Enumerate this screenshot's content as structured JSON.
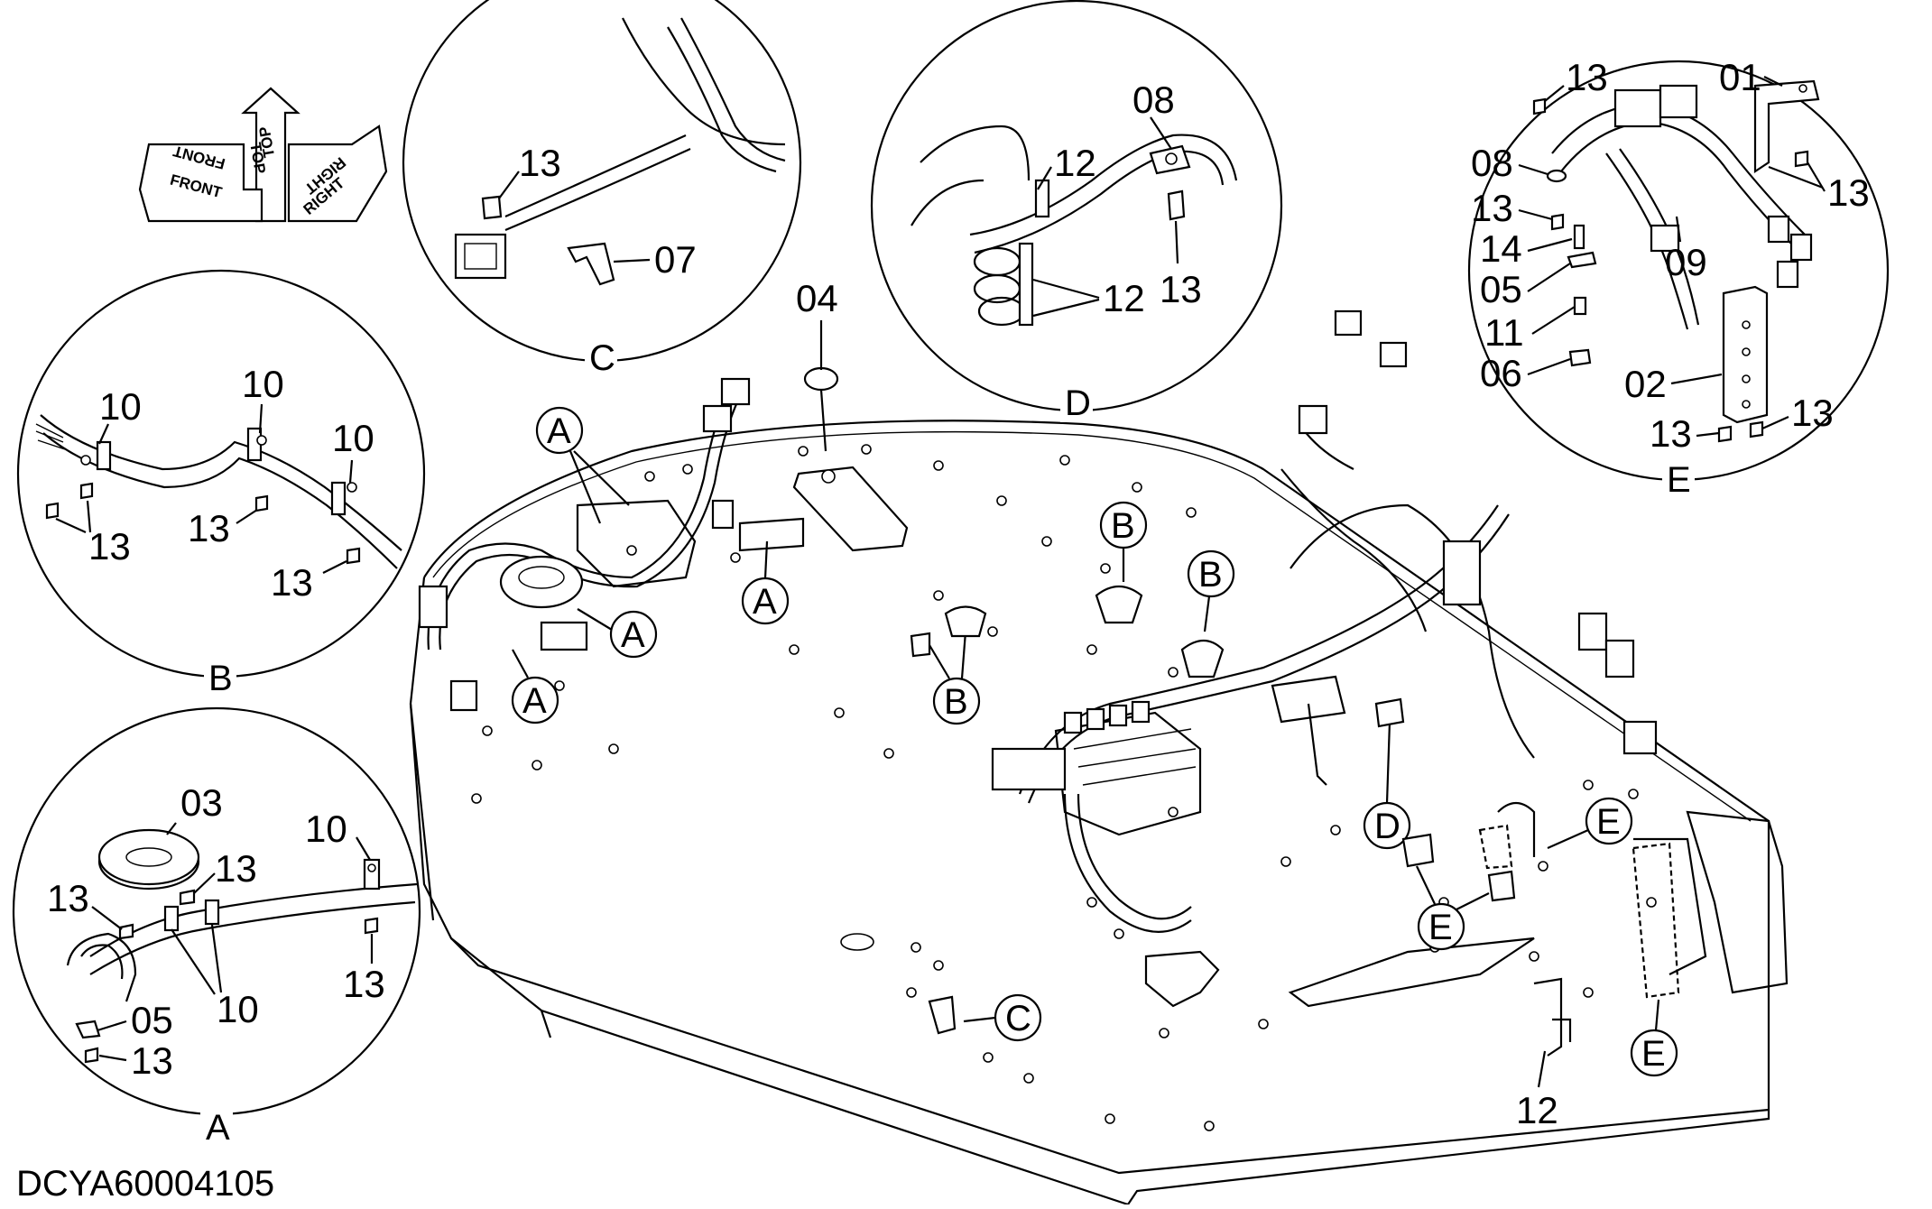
{
  "document_id": "DCYA60004105",
  "orientation_arrow": {
    "labels": [
      "FRONT",
      "TOP",
      "RIGHT",
      "FRONT",
      "TOP",
      "RIGHT"
    ]
  },
  "detail_views": {
    "A": {
      "title": "A",
      "parts": [
        "03",
        "13",
        "13",
        "10",
        "10",
        "13",
        "05",
        "13"
      ]
    },
    "B": {
      "title": "B",
      "parts": [
        "10",
        "10",
        "10",
        "13",
        "13",
        "13"
      ]
    },
    "C": {
      "title": "C",
      "parts": [
        "13",
        "07"
      ]
    },
    "D": {
      "title": "D",
      "parts": [
        "08",
        "12",
        "13",
        "12"
      ]
    },
    "E": {
      "title": "E",
      "parts": [
        "13",
        "01",
        "08",
        "13",
        "13",
        "09",
        "14",
        "05",
        "11",
        "06",
        "02",
        "13",
        "13"
      ]
    }
  },
  "main_view": {
    "part_labels": [
      "04",
      "12"
    ],
    "callouts": [
      "A",
      "A",
      "A",
      "A",
      "B",
      "B",
      "B",
      "C",
      "D",
      "E",
      "E",
      "E"
    ]
  }
}
